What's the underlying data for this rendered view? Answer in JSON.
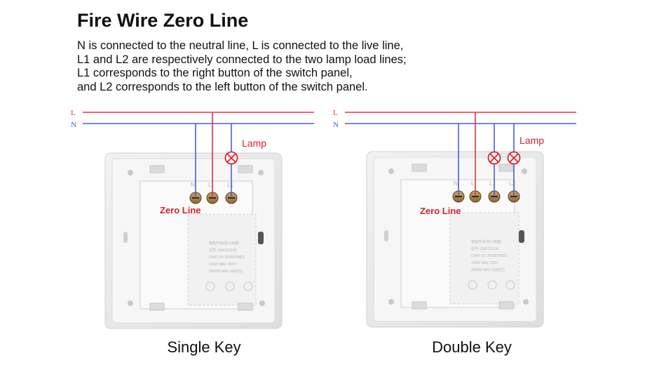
{
  "header": {
    "title": "Fire Wire Zero Line",
    "lines": [
      "N is connected to the neutral line, L is connected to the live line,",
      "L1 and L2 are respectively connected to the two lamp load lines;",
      "L1 corresponds to the right button of the switch panel,",
      "and L2 corresponds to the left button of the switch panel."
    ]
  },
  "wires": {
    "live_label": "L",
    "neutral_label": "N"
  },
  "panels": [
    {
      "caption": "Single Key",
      "lamp_label": "Lamp",
      "zero_label": "Zero Line",
      "terminals": [
        "N",
        "L",
        "L1"
      ],
      "spec_lines": [
        "智能开关(零火双键)",
        "型号: QSKS12LM",
        "CMIIT ID: 2018DP8821",
        "10A/5 MAX 250V~",
        "2000W MAX (白炽灯)"
      ]
    },
    {
      "caption": "Double Key",
      "lamp_label": "Lamp",
      "zero_label": "Zero Line",
      "terminals": [
        "N",
        "L",
        "L1",
        "L2"
      ],
      "spec_lines": [
        "智能开关(零火双键)",
        "型号: QSKS12LM",
        "CMIIT ID: 2018DP8821",
        "10A/5 MAX 250V~",
        "2000W MAX (白炽灯)"
      ]
    }
  ],
  "colors": {
    "live": "#e8303f",
    "neutral": "#4a5fd0",
    "lamp": "#e0202a",
    "label_red": "#d8202a",
    "plate": "#ebebeb",
    "board": "#f4f4f4"
  }
}
